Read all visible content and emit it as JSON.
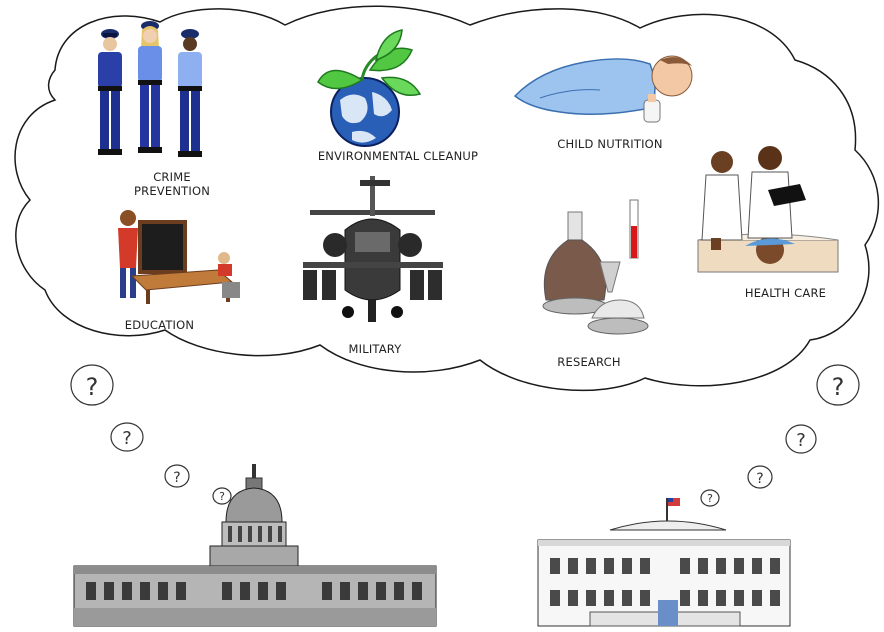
{
  "labels": {
    "crime_line1": "CRIME",
    "crime_line2": "PREVENTION",
    "environment": "ENVIRONMENTAL CLEANUP",
    "child": "CHILD NUTRITION",
    "education": "EDUCATION",
    "military": "MILITARY",
    "research": "RESEARCH",
    "health": "HEALTH CARE"
  },
  "question_mark": "?",
  "icons": {
    "police": "police-officers-icon",
    "globe": "globe-with-leaves-icon",
    "baby": "baby-with-bottle-icon",
    "doctors": "doctors-with-patient-icon",
    "classroom": "classroom-icon",
    "helicopter": "attack-helicopter-icon",
    "lab": "laboratory-glassware-icon",
    "capitol": "us-capitol-icon",
    "whitehouse": "white-house-icon"
  }
}
